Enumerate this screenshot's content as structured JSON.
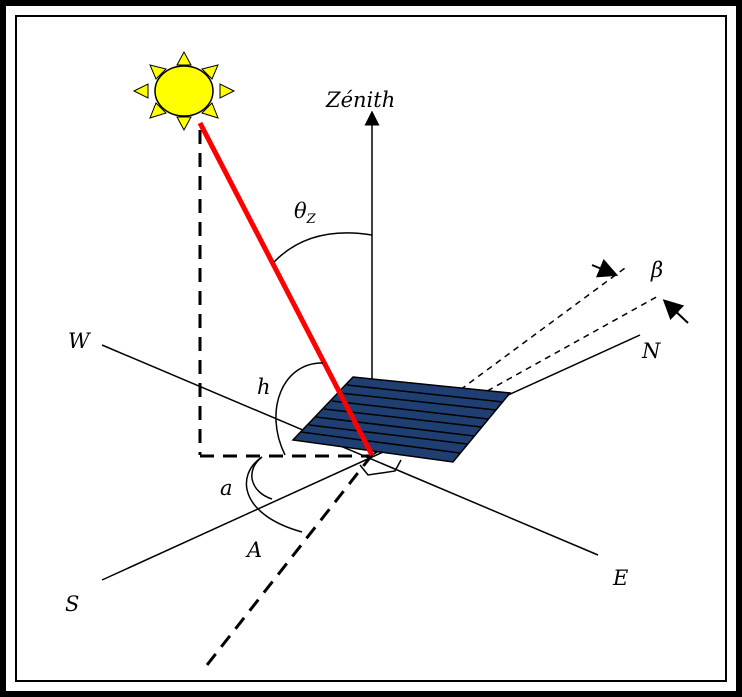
{
  "labels": {
    "zenith": "Zénith",
    "theta": "θ",
    "theta_sub": "Z",
    "beta": "β",
    "west": "W",
    "north": "N",
    "south": "S",
    "east": "E",
    "h": "h",
    "a": "a",
    "A": "A"
  },
  "colors": {
    "sun_fill": "#FFFF00",
    "sun_stroke": "#000000",
    "sun_ray": "#FF0000",
    "panel_fill": "#1F3F73",
    "panel_lines": "#000000",
    "frame": "#000000"
  },
  "icons": {
    "sun": "sun-icon",
    "panel": "solar-panel-icon"
  }
}
